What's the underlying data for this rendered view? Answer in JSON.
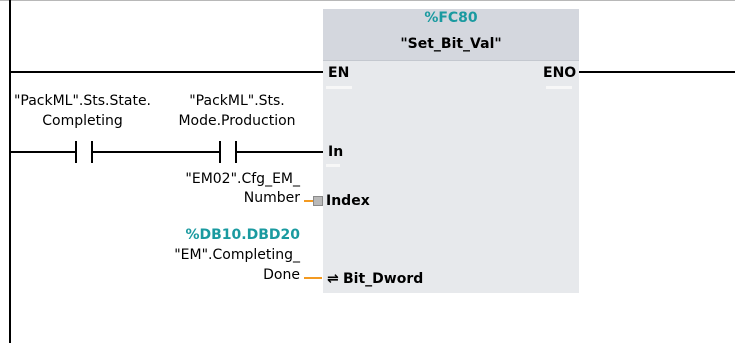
{
  "block": {
    "address": "%FC80",
    "name": "\"Set_Bit_Val\""
  },
  "pins": {
    "en": "EN",
    "eno": "ENO",
    "in": "In",
    "index": "Index",
    "bit_dword": "Bit_Dword",
    "inout_symbol": "⇌"
  },
  "contacts": [
    {
      "line1": "\"PackML\".Sts.State.",
      "line2": "Completing"
    },
    {
      "line1": "\"PackML\".Sts.",
      "line2": "Mode.Production"
    }
  ],
  "index_operand": {
    "line1": "\"EM02\".Cfg_EM_",
    "line2": "Number"
  },
  "bit_dword_operand": {
    "address": "%DB10.DBD20",
    "line1": "\"EM\".Completing_",
    "line2": "Done"
  },
  "colors": {
    "block_body": "#e7e9ec",
    "block_header": "#d4d7de",
    "address_teal": "#1a9aa0",
    "operand_wire": "#f39a21"
  }
}
